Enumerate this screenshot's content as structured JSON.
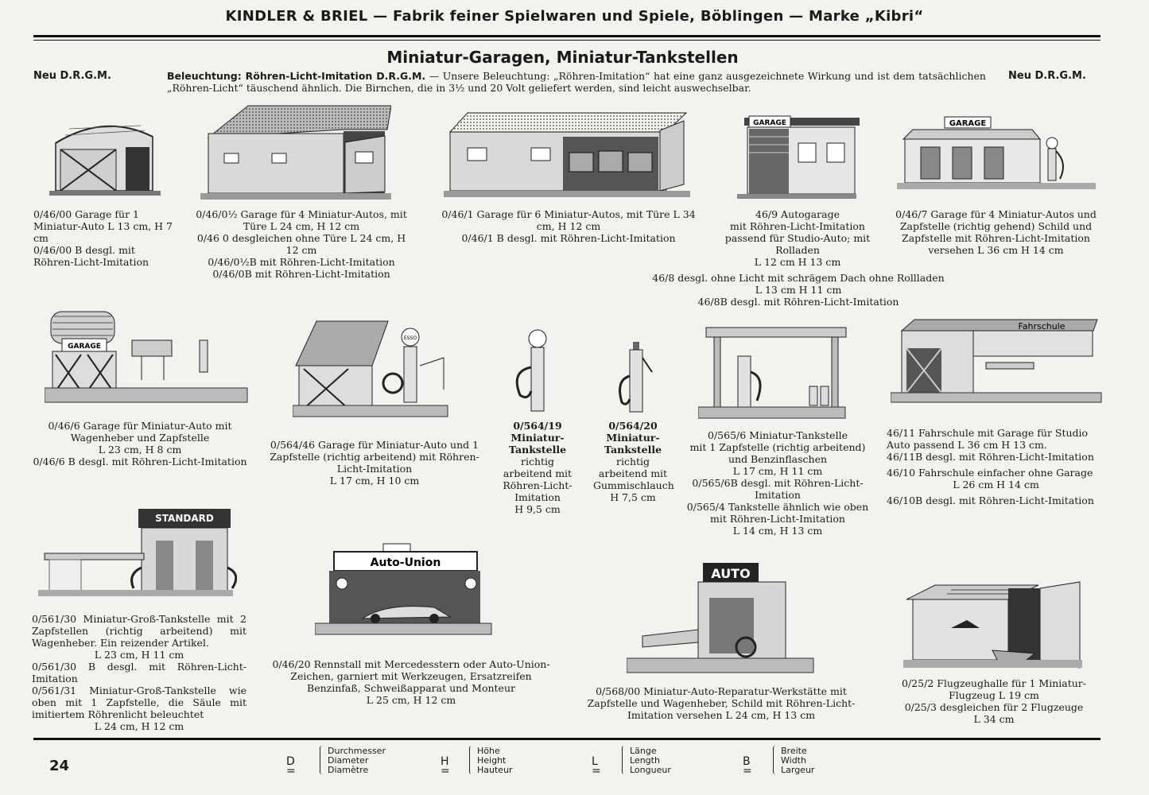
{
  "header": "KINDLER & BRIEL — Fabrik feiner Spielwaren und Spiele, Böblingen — Marke „Kibri“",
  "title": "Miniatur-Garagen, Miniatur-Tankstellen",
  "neu_left": "Neu D.R.G.M.",
  "neu_right": "Neu D.R.G.M.",
  "intro": {
    "bold": "Beleuchtung: Röhren-Licht-Imitation D.R.G.M.",
    "text": " — Unsere Beleuchtung: „Röhren-Imitation“ hat eine ganz ausgezeichnete Wirkung und ist dem tatsächlichen „Röhren-Licht“ täuschend ähnlich. Die Birnchen, die in 3½ und 20 Volt geliefert werden, sind leicht auswechselbar."
  },
  "images": {
    "garage_sign": "GARAGE",
    "garage_sign2": "GARAGE",
    "garage_sign3": "GARAGE",
    "fahrschule_sign": "Fahrschule",
    "esso": "ESSO",
    "standard": "STANDARD",
    "auto_union": "Auto-Union",
    "auto": "AUTO"
  },
  "captions": {
    "c1": [
      "0/46/00 Garage für 1 Miniatur-Auto L 13 cm, H 7 cm",
      "0/46/00 B desgl. mit Röhren-Licht-Imitation"
    ],
    "c2": [
      "0/46/0½ Garage für 4 Miniatur-Autos, mit Türe L 24 cm, H 12 cm",
      "0/46 0 desgleichen ohne Türe L 24 cm, H 12 cm",
      "0/46/0½B mit Röhren-Licht-Imitation",
      "0/46/0B mit Röhren-Licht-Imitation"
    ],
    "c3": [
      "0/46/1 Garage für 6 Miniatur-Autos, mit Türe L 34 cm, H 12 cm",
      "0/46/1 B desgl. mit Röhren-Licht-Imitation"
    ],
    "c4": [
      "46/9 Autogarage",
      "mit Röhren-Licht-Imitation passend für Studio-Auto; mit Rolladen",
      "L 12 cm H 13 cm",
      "46/8 desgl. ohne Licht mit schrägem Dach ohne Rollladen L 13 cm H 11 cm",
      "46/8B desgl. mit Röhren-Licht-Imitation"
    ],
    "c5": [
      "0/46/7 Garage für 4 Miniatur-Autos und Zapfstelle (richtig gehend) Schild und Zapfstelle mit Röhren-Licht-Imitation versehen L 36 cm H 14 cm"
    ],
    "c6": [
      "0/46/6 Garage für Miniatur-Auto mit Wagenheber und Zapfstelle",
      "L 23 cm, H 8 cm",
      "0/46/6 B desgl. mit Röhren-Licht-Imitation"
    ],
    "c7": [
      "0/564/46 Garage für Miniatur-Auto und 1 Zapfstelle (richtig arbeitend) mit Röhren-Licht-Imitation",
      "L 17 cm, H 10 cm"
    ],
    "c8": [
      "0/564/19",
      "Miniatur-Tankstelle",
      "richtig arbeitend mit Röhren-Licht-Imitation",
      "H 9,5 cm"
    ],
    "c9": [
      "0/564/20",
      "Miniatur-Tankstelle",
      "richtig arbeitend mit Gummischlauch",
      "H 7,5 cm"
    ],
    "c10": [
      "0/565/6 Miniatur-Tankstelle",
      "mit 1 Zapfstelle (richtig arbeitend) und Benzinflaschen",
      "L 17 cm, H 11 cm",
      "0/565/6B desgl. mit Röhren-Licht-Imitation",
      "0/565/4 Tankstelle ähnlich wie oben mit Röhren-Licht-Imitation",
      "L 14 cm, H 13 cm"
    ],
    "c11": [
      "46/11 Fahrschule mit Garage für Studio Auto passend L 36 cm H 13 cm.",
      "46/11B desgl. mit Röhren-Licht-Imitation",
      "46/10 Fahrschule einfacher ohne Garage",
      "L 26 cm H 14 cm",
      "46/10B desgl. mit Röhren-Licht-Imitation"
    ],
    "c12": [
      "0/561/30 Miniatur-Groß-Tankstelle mit 2 Zapfstellen (richtig arbeitend) mit Wagenheber. Ein reizender Artikel.",
      "L 23 cm, H 11 cm",
      "0/561/30 B desgl. mit Röhren-Licht-Imitation",
      "0/561/31 Miniatur-Groß-Tankstelle wie oben mit 1 Zapfstelle, die Säule mit imitiertem Röhrenlicht beleuchtet",
      "L 24 cm, H 12 cm"
    ],
    "c13": [
      "0/46/20 Rennstall mit Mercedesstern oder Auto-Union-Zeichen, garniert mit Werkzeugen, Ersatzreifen Benzinfaß, Schweißapparat und Monteur",
      "L 25 cm, H 12 cm"
    ],
    "c14": [
      "0/568/00 Miniatur-Auto-Reparatur-Werkstätte mit Zapfstelle und Wagenheber, Schild mit Röhren-Licht-Imitation versehen L 24 cm, H 13 cm"
    ],
    "c15": [
      "0/25/2 Flugzeughalle für 1 Miniatur-Flugzeug L 19 cm",
      "0/25/3 desgleichen für 2 Flugzeuge",
      "L 34 cm"
    ]
  },
  "footer": {
    "page": "24",
    "legend": [
      {
        "key": "D =",
        "words": [
          "Durchmesser",
          "Diameter",
          "Diamètre"
        ]
      },
      {
        "key": "H =",
        "words": [
          "Höhe",
          "Height",
          "Hauteur"
        ]
      },
      {
        "key": "L =",
        "words": [
          "Länge",
          "Length",
          "Longueur"
        ]
      },
      {
        "key": "B =",
        "words": [
          "Breite",
          "Width",
          "Largeur"
        ]
      }
    ]
  }
}
